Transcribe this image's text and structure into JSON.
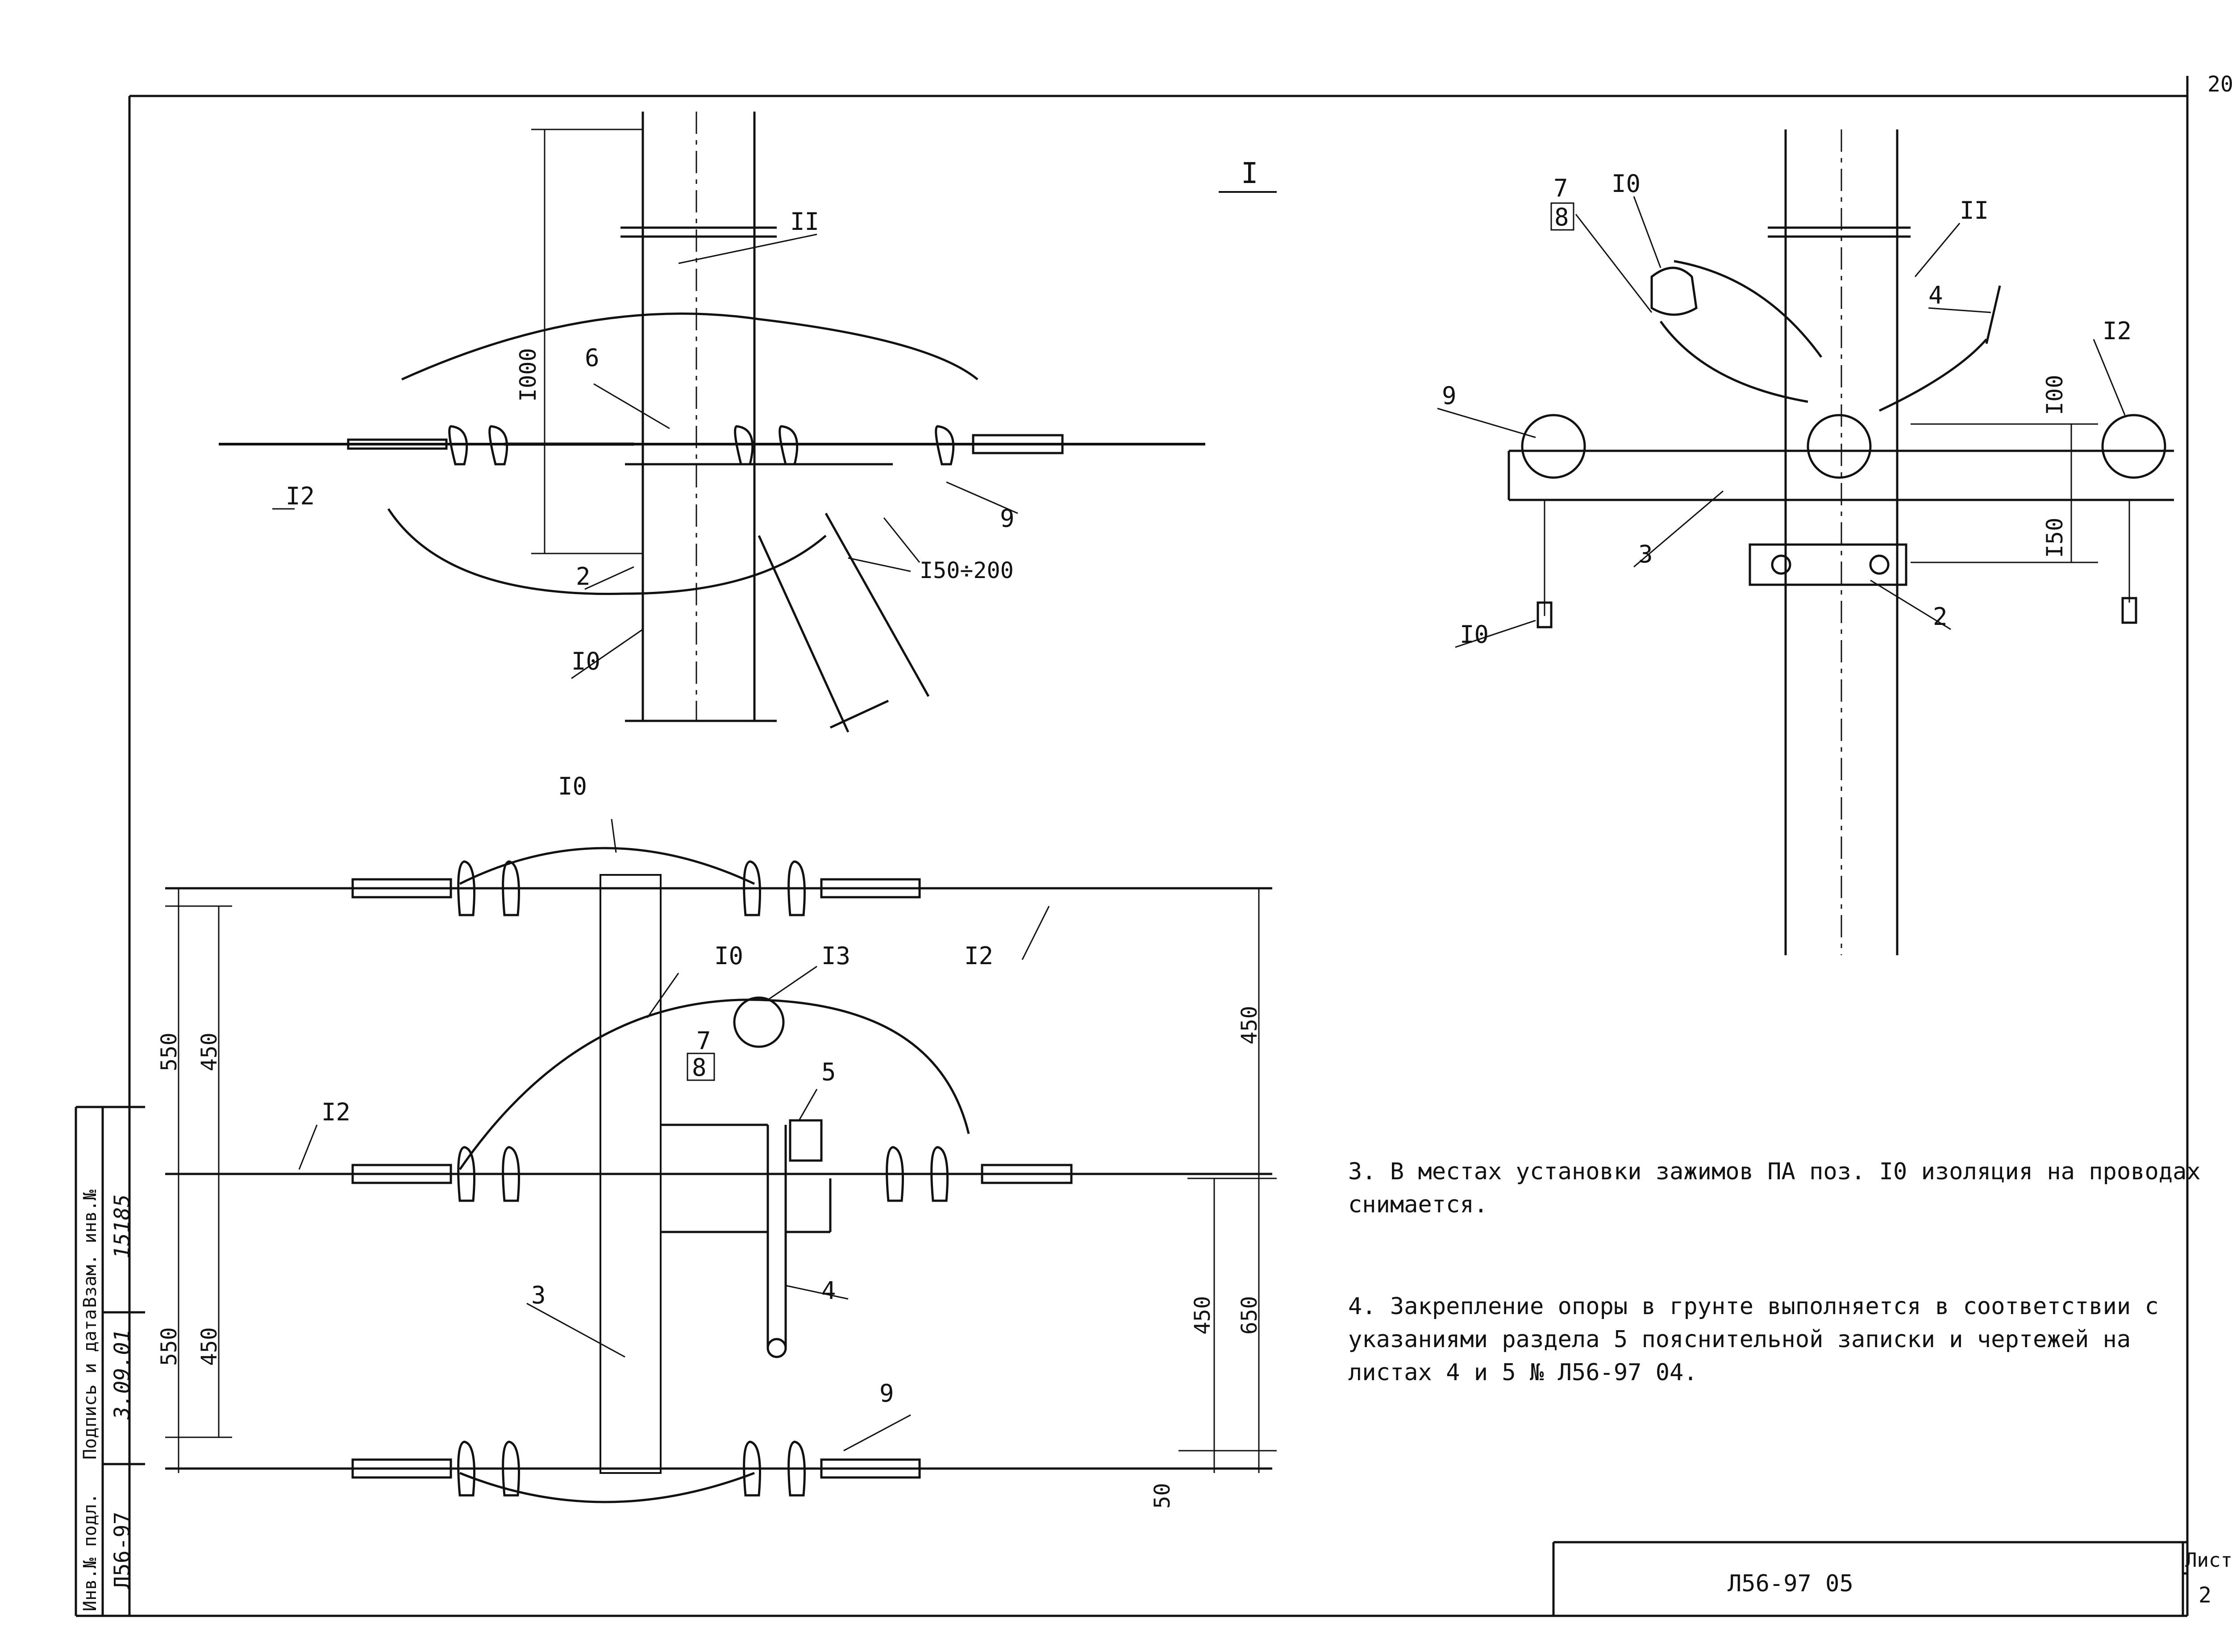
{
  "sheet_number_corner": "20",
  "view_label": "I",
  "doc_code": "Л56-97 05",
  "sheet_label": "Лист",
  "sheet_no": "2",
  "side_stamp": {
    "inv_label": "Инв.№ подл.",
    "sign_label": "Подпись и дата",
    "zam_label": "Взам. инв.№",
    "inv_value": "Л56-97",
    "date_value": "3.09.01",
    "zam_value": "15185"
  },
  "view1": {
    "labels": {
      "p11": "II",
      "p6": "6",
      "p12": "I2",
      "p2": "2",
      "p10": "I0",
      "p9": "9"
    },
    "dims": {
      "d1000": "I000",
      "d150_200": "I50÷200"
    }
  },
  "view2": {
    "labels": {
      "p7": "7",
      "p8": "8",
      "p10a": "I0",
      "p11": "II",
      "p4": "4",
      "p12": "I2",
      "p9": "9",
      "p3": "3",
      "p2": "2",
      "p10b": "I0"
    },
    "dims": {
      "d100": "I00",
      "d150": "I50"
    }
  },
  "view3": {
    "labels": {
      "p10a": "I0",
      "p12a": "I2",
      "p10b": "I0",
      "p13": "I3",
      "p7": "7",
      "p8": "8",
      "p5": "5",
      "p12b": "I2",
      "p3": "3",
      "p4": "4",
      "p9": "9"
    },
    "dims": {
      "d550a": "550",
      "d450a": "450",
      "d550b": "550",
      "d450b": "450",
      "d450r": "450",
      "d450m": "450",
      "d650": "650",
      "d50": "50"
    }
  },
  "notes": [
    "3. В местах установки зажимов ПА поз. I0 изоляция на проводах снимается.",
    "4. Закрепление опоры в грунте выполняется в соответствии с указаниями раздела 5 пояснительной записки и чертежей на листах 4 и 5 № Л56-97 04."
  ]
}
